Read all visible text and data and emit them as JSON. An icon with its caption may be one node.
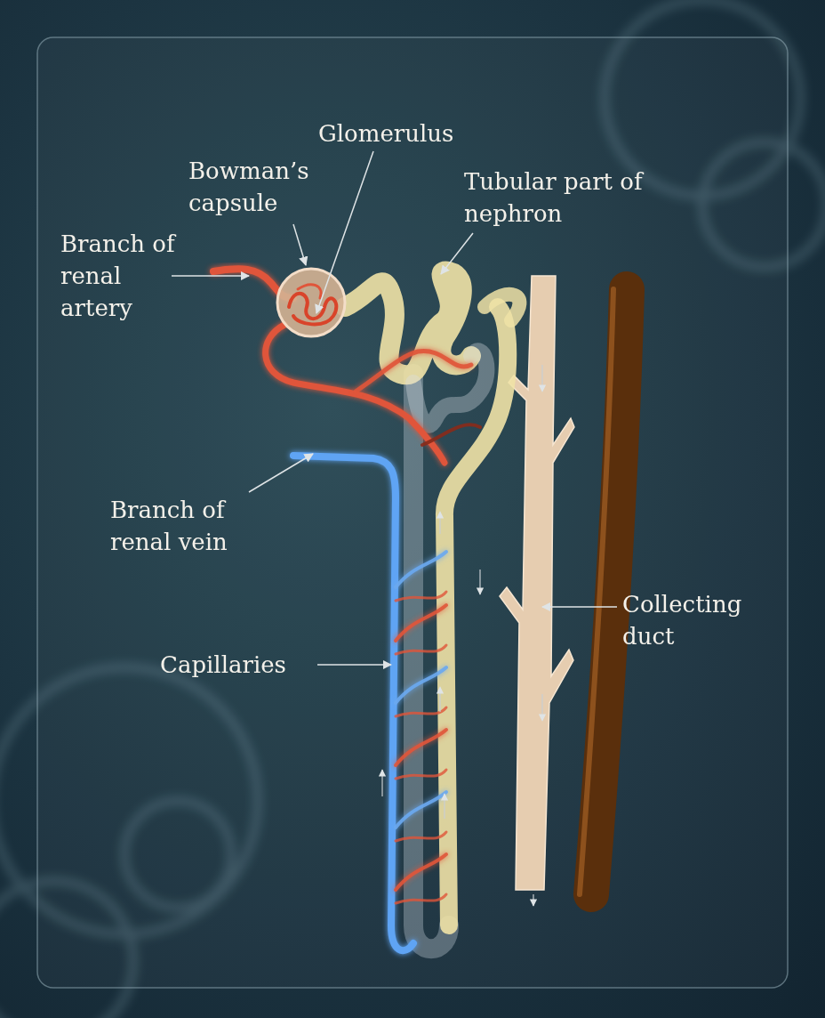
{
  "diagram": {
    "nodes": [
      {
        "text": [
          "Branch of renal artery"
        ]
      },
      {
        "text": [
          "Bowman’s capsule"
        ]
      },
      {
        "text": [
          "Glomerulus"
        ]
      },
      {
        "text": [
          "Tubular part of nephron"
        ]
      },
      {
        "text": [
          "Branch of renal vein"
        ]
      },
      {
        "text": [
          "Capillaries"
        ]
      },
      {
        "text": [
          "Collecting duct"
        ]
      }
    ],
    "edges": [
      {
        "from": 0,
        "to": null,
        "arrow": "to"
      },
      {
        "from": 1,
        "to": null,
        "arrow": "to"
      },
      {
        "from": 2,
        "to": null,
        "arrow": "to"
      },
      {
        "from": 3,
        "to": null,
        "arrow": "to"
      },
      {
        "from": 4,
        "to": null,
        "arrow": "to"
      },
      {
        "from": 5,
        "to": null,
        "arrow": "to"
      },
      {
        "from": 6,
        "to": null,
        "arrow": "to"
      }
    ]
  }
}
